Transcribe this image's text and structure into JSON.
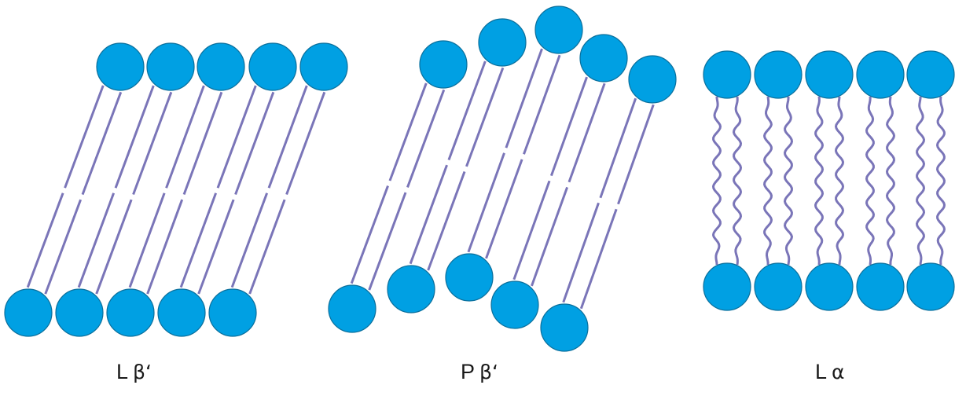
{
  "colors": {
    "head": "#00A0E3",
    "head_stroke": "#0a6f9c",
    "tail": "#7A75B8"
  },
  "labels": [
    {
      "id": "l-beta-prime",
      "letter": "L",
      "greek": "β‘"
    },
    {
      "id": "p-beta-prime",
      "letter": "P",
      "greek": "β‘"
    },
    {
      "id": "l-alpha",
      "letter": "L",
      "greek": "α"
    }
  ]
}
